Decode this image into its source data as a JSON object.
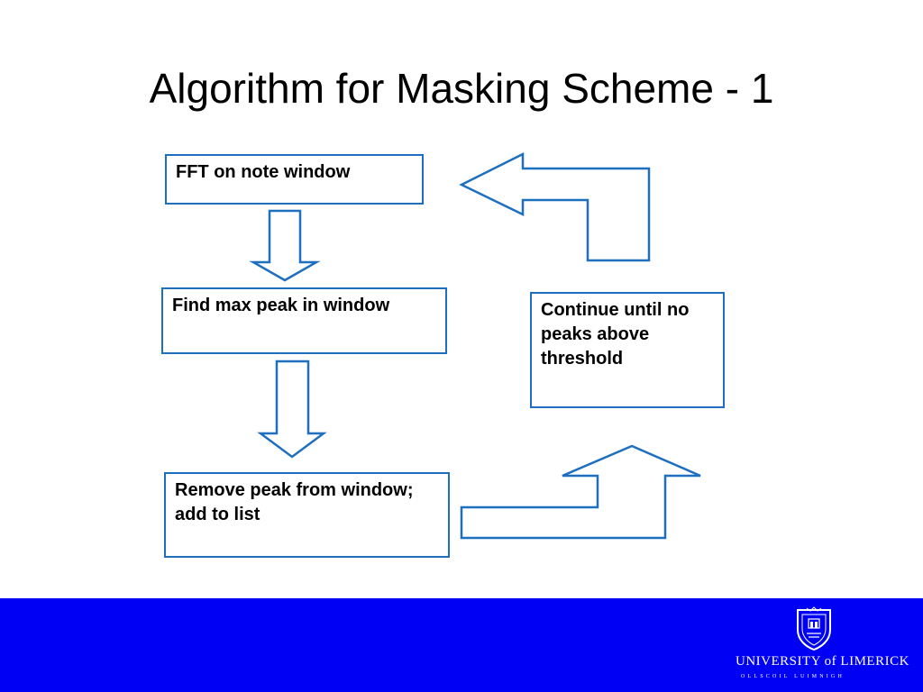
{
  "slide": {
    "title": "Algorithm for Masking Scheme - 1"
  },
  "flow": {
    "steps": [
      {
        "label": "FFT on note window"
      },
      {
        "label": "Find max peak in window"
      },
      {
        "label": "Remove peak from window; add to list"
      },
      {
        "label": "Continue until no peaks above threshold"
      }
    ]
  },
  "footer": {
    "logo_main": "UNIVERSITY of LIMERICK",
    "logo_sub": "OLLSCOIL LUIMNIGH",
    "band_color": "#0000f5",
    "logo_icon": "crest-icon"
  },
  "colors": {
    "box_border": "#1f6fbf",
    "arrow_stroke": "#1f6fbf"
  }
}
